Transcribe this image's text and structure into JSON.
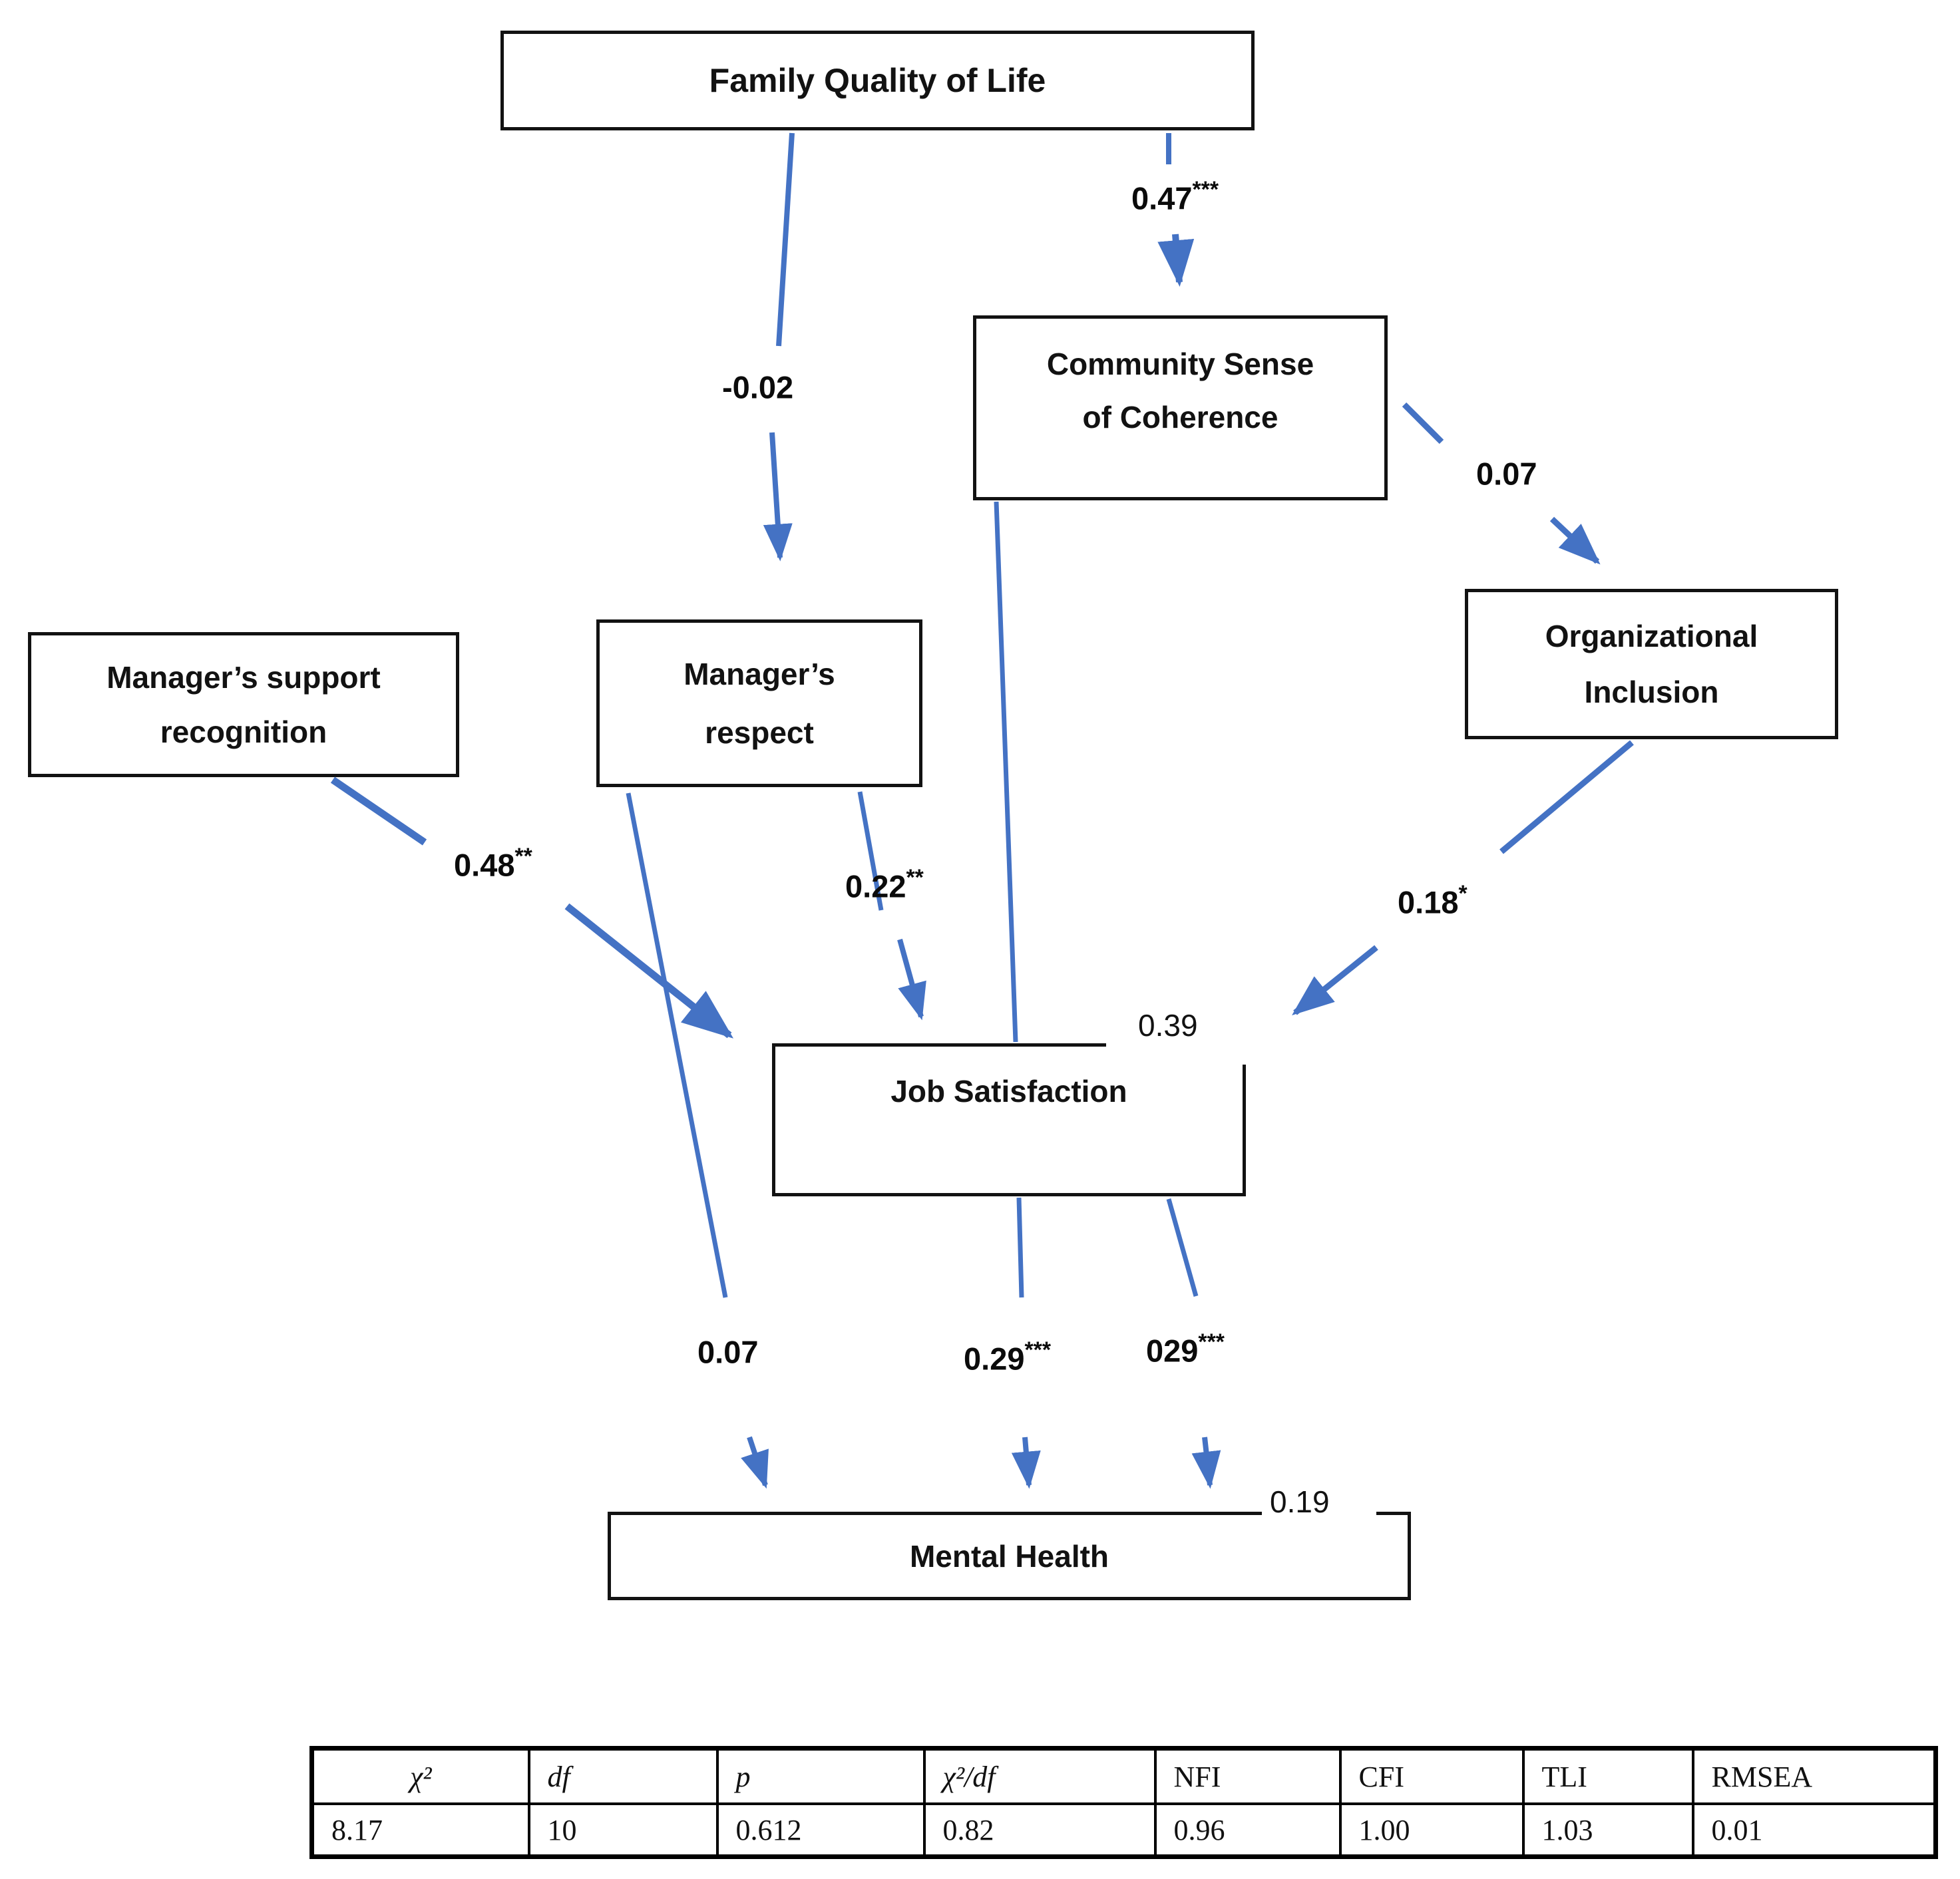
{
  "colors": {
    "arrow": "#4472C4",
    "box_border": "#121212",
    "text": "#0b0b0b"
  },
  "nodes": {
    "family_quality_of_life": {
      "label": "Family Quality of Life"
    },
    "community_sense_of_coherence": {
      "lines": [
        "Community Sense",
        "of Coherence"
      ]
    },
    "managers_support_recognition": {
      "lines": [
        "Manager’s support",
        "recognition"
      ]
    },
    "managers_respect": {
      "lines": [
        "Manager’s",
        "respect"
      ]
    },
    "organizational_inclusion": {
      "lines": [
        "Organizational",
        "Inclusion"
      ]
    },
    "job_satisfaction": {
      "label": "Job Satisfaction",
      "r2": "0.39"
    },
    "mental_health": {
      "label": "Mental Health",
      "r2": "0.19"
    }
  },
  "paths": [
    {
      "from": "Family Quality of Life",
      "to": "Manager's respect",
      "value": "-0.02",
      "stars": ""
    },
    {
      "from": "Family Quality of Life",
      "to": "Community Sense of Coherence",
      "value": "0.47",
      "stars": "***"
    },
    {
      "from": "Community Sense of Coherence",
      "to": "Organizational Inclusion",
      "value": "0.07",
      "stars": ""
    },
    {
      "from": "Manager's support recognition",
      "to": "Job Satisfaction",
      "value": "0.48",
      "stars": "**"
    },
    {
      "from": "Manager's respect",
      "to": "Job Satisfaction",
      "value": "0.22",
      "stars": "**"
    },
    {
      "from": "Organizational Inclusion",
      "to": "Job Satisfaction",
      "value": "0.18",
      "stars": "*"
    },
    {
      "from": "Manager's respect",
      "to": "Mental Health",
      "value": "0.07",
      "stars": ""
    },
    {
      "from": "Community Sense of Coherence",
      "to": "Mental Health",
      "value": "0.29",
      "stars": "***"
    },
    {
      "from": "Job Satisfaction",
      "to": "Mental Health",
      "value": "029",
      "stars": "***"
    }
  ],
  "fit_table": {
    "headers": [
      "χ²",
      "df",
      "p",
      "χ²/df",
      "NFI",
      "CFI",
      "TLI",
      "RMSEA"
    ],
    "values": [
      "8.17",
      "10",
      "0.612",
      "0.82",
      "0.96",
      "1.00",
      "1.03",
      "0.01"
    ]
  }
}
